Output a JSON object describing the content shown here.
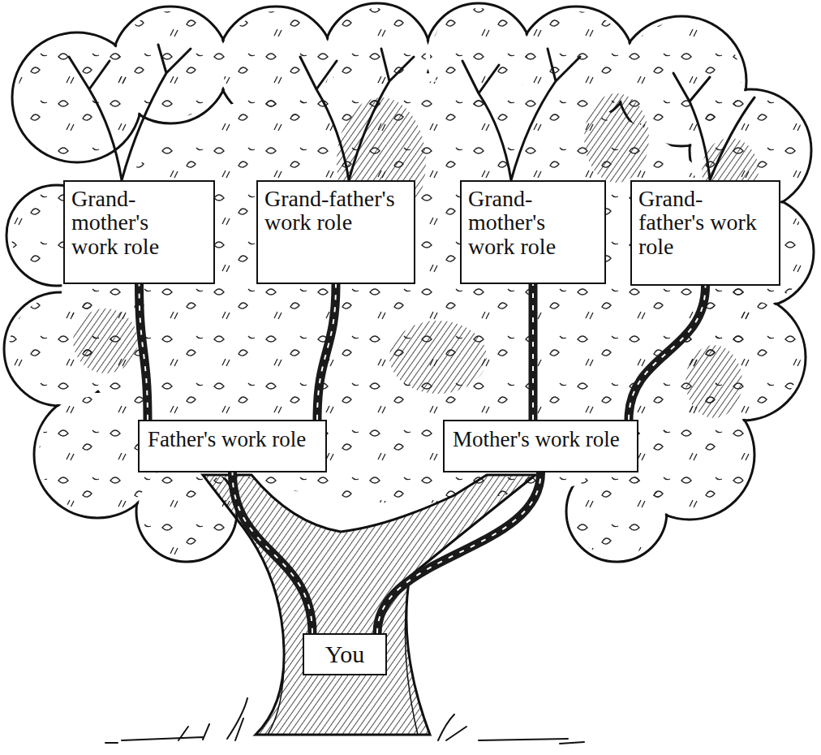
{
  "diagram": {
    "nodes": [
      {
        "text": [
          "Grand-mother's work role"
        ]
      },
      {
        "text": [
          "Grand-father's work role"
        ]
      },
      {
        "text": [
          "Grand-mother's work role"
        ]
      },
      {
        "text": [
          "Grand-father's work role"
        ]
      },
      {
        "text": [
          "Father's work role"
        ]
      },
      {
        "text": [
          "Mother's work role"
        ]
      },
      {
        "text": [
          "You"
        ]
      }
    ],
    "edges": [
      {
        "from": 6,
        "to": 4,
        "arrow": "none"
      },
      {
        "from": 6,
        "to": 5,
        "arrow": "none"
      },
      {
        "from": 4,
        "to": 0,
        "arrow": "none"
      },
      {
        "from": 4,
        "to": 1,
        "arrow": "none"
      },
      {
        "from": 5,
        "to": 2,
        "arrow": "none"
      },
      {
        "from": 5,
        "to": 3,
        "arrow": "none"
      }
    ]
  }
}
